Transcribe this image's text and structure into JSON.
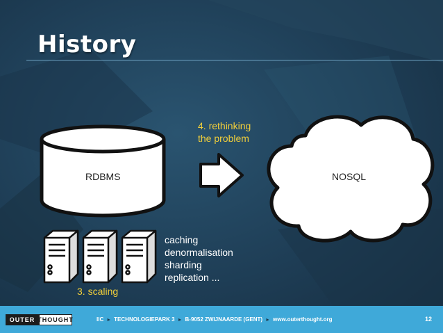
{
  "slide": {
    "title": "History",
    "db_label": "RDBMS",
    "cloud_label": "NOSQL",
    "arrow_caption_line1": "4. rethinking",
    "arrow_caption_line2": "the problem",
    "scaling_items": [
      "caching",
      "denormalisation",
      "sharding",
      "replication ..."
    ],
    "scaling_caption": "3. scaling"
  },
  "footer": {
    "logo_left": "OUTER",
    "logo_right": "THOUGHT",
    "items": [
      "IIC",
      "TECHNOLOGIEPARK 3",
      "B-9052 ZWIJNAARDE (GENT)",
      "www.outerthought.org"
    ],
    "separator": "►",
    "page_number": "12"
  },
  "colors": {
    "accent_yellow": "#f2cf3a",
    "footer_blue": "#3fa9d9",
    "background": "#1f3a4f"
  }
}
